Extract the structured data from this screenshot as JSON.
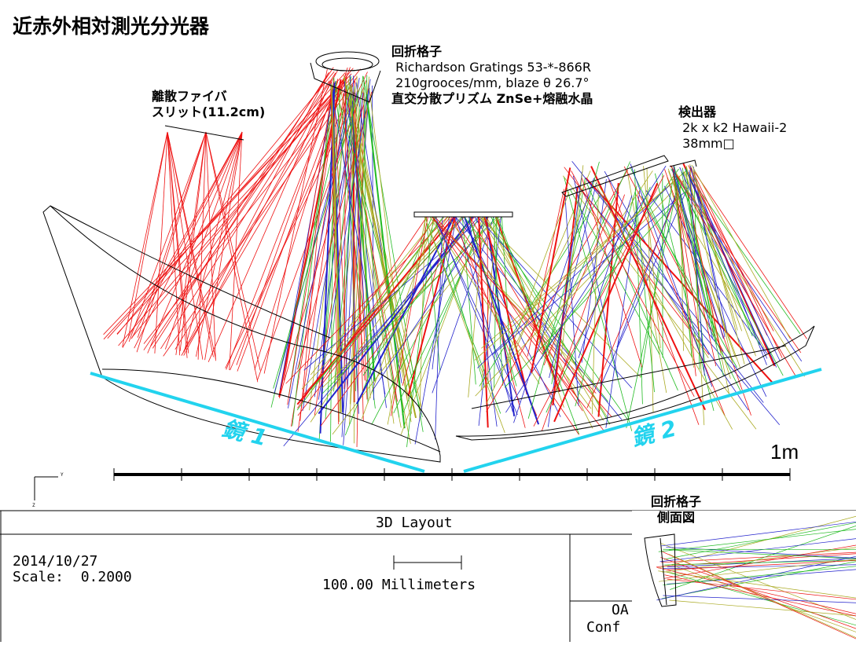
{
  "title": "近赤外相対測光分光器",
  "grating": {
    "heading": "回折格子",
    "line1": " Richardson Gratings 53-*-866R",
    "line2": " 210grooces/mm, blaze θ 26.7°",
    "line3": "直交分散プリズム ZnSe+熔融水晶"
  },
  "fiber": {
    "line1": "離散ファイバ",
    "line2": "スリット(11.2cm)"
  },
  "detector": {
    "heading": "検出器",
    "line1": " 2k x k2 Hawaii-2",
    "line2": " 38mm□"
  },
  "mirrors": {
    "mirror1": "鏡 1",
    "mirror2": "鏡 2"
  },
  "scale_bar_label": "1m",
  "axes": {
    "y": "Y",
    "z": "Z"
  },
  "footer": {
    "layout_title": "3D Layout",
    "date": "2014/10/27",
    "scale": "Scale:  0.2000",
    "millimeters": "100.00 Millimeters",
    "oa": "OA",
    "conf": "Conf"
  },
  "inset": {
    "line1": "回折格子",
    "line2": "側面図"
  },
  "colors": {
    "ray_red": "#ee1111",
    "ray_green": "#22bb22",
    "ray_blue": "#2222cc",
    "ray_olive": "#aaaa22",
    "annotation_cyan": "#22d3ee",
    "outline": "#000000"
  }
}
